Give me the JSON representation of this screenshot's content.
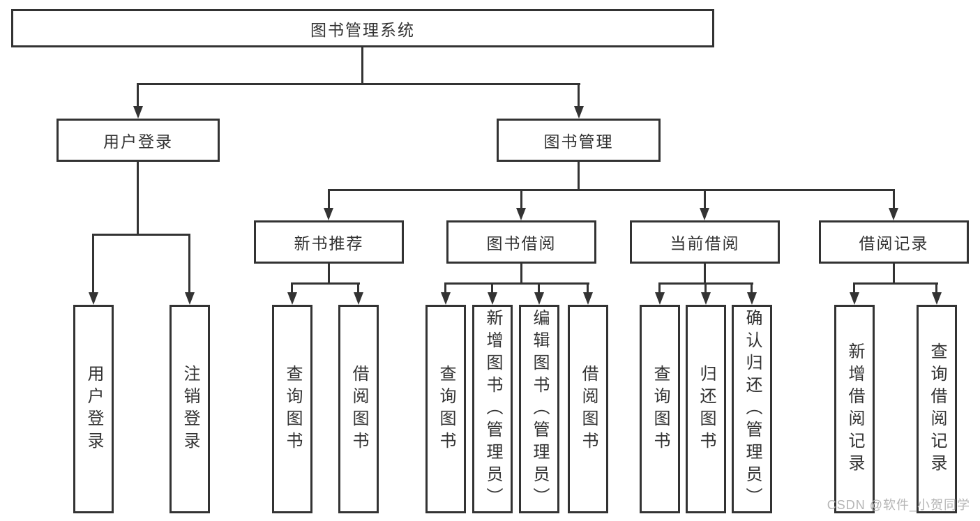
{
  "title": {
    "label": "图书管理系统"
  },
  "level2": [
    {
      "label": "用户登录"
    },
    {
      "label": "图书管理"
    }
  ],
  "level3": [
    {
      "label": "新书推荐"
    },
    {
      "label": "图书借阅"
    },
    {
      "label": "当前借阅"
    },
    {
      "label": "借阅记录"
    }
  ],
  "leaves": {
    "user_login": [
      "用户登录",
      "注销登录"
    ],
    "new_book": [
      "查询图书",
      "借阅图书"
    ],
    "book_borrow": [
      "查询图书",
      "新增图书（管理员）",
      "编辑图书（管理员）",
      "借阅图书"
    ],
    "current_borrow": [
      "查询图书",
      "归还图书",
      "确认归还（管理员）"
    ],
    "borrow_record": [
      "新增借阅记录",
      "查询借阅记录"
    ]
  },
  "watermark": {
    "text": "CSDN @软件_小贺同学"
  },
  "colors": {
    "line": "#333333",
    "text": "#333333",
    "background": "#ffffff",
    "watermark": "#b5b5b5"
  }
}
